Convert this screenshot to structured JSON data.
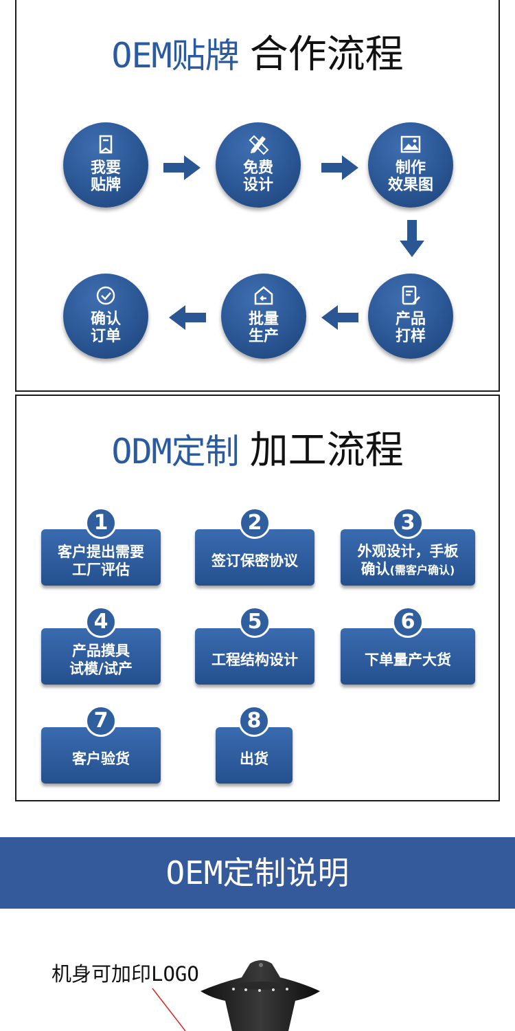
{
  "oem": {
    "title_blue": "OEM贴牌",
    "title_black": "合作流程",
    "steps": [
      {
        "line1": "我要",
        "line2": "贴牌",
        "icon": "bookmark-icon"
      },
      {
        "line1": "免费",
        "line2": "设计",
        "icon": "pencil-ruler-icon"
      },
      {
        "line1": "制作",
        "line2": "效果图",
        "icon": "image-icon"
      },
      {
        "line1": "产品",
        "line2": "打样",
        "icon": "edit-document-icon"
      },
      {
        "line1": "批量",
        "line2": "生产",
        "icon": "warehouse-icon"
      },
      {
        "line1": "确认",
        "line2": "订单",
        "icon": "check-circle-icon"
      }
    ]
  },
  "odm": {
    "title_blue": "ODM定制",
    "title_black": "加工流程",
    "steps": [
      {
        "num": "1",
        "line1": "客户提出需要",
        "line2": "工厂评估"
      },
      {
        "num": "2",
        "line1": "签订保密协议"
      },
      {
        "num": "3",
        "line1": "外观设计，手板",
        "line2a": "确认",
        "line2b": "(需客户确认)"
      },
      {
        "num": "4",
        "line1": "产品摸具",
        "line2": "试模/试产"
      },
      {
        "num": "5",
        "line1": "工程结构设计"
      },
      {
        "num": "6",
        "line1": "下单量产大货"
      },
      {
        "num": "7",
        "line1": "客户验货"
      },
      {
        "num": "8",
        "line1": "出货"
      }
    ]
  },
  "banner": {
    "title": "OEM定制说明"
  },
  "note": {
    "text": "机身可加印LOGO"
  },
  "colors": {
    "brand_blue": "#2a5aa0",
    "banner_blue": "#355a9b"
  }
}
